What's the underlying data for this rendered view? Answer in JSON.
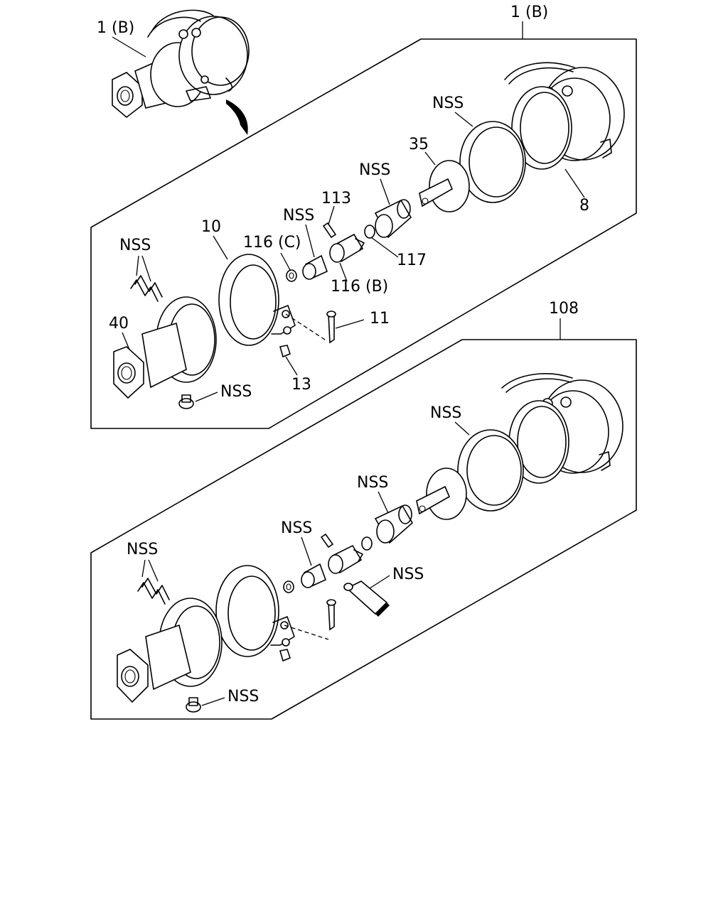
{
  "overview": {
    "label": "1 (B)"
  },
  "panel_top": {
    "assembly_label": "1 (B)",
    "callouts": {
      "c8": "8",
      "c35": "35",
      "nss_seal": "NSS",
      "nss_boot": "NSS",
      "c113": "113",
      "c117": "117",
      "nss_bushing": "NSS",
      "c116c": "116 (C)",
      "c116b": "116 (B)",
      "c10": "10",
      "nss_pipe": "NSS",
      "c40": "40",
      "c11": "11",
      "c13": "13",
      "nss_plug": "NSS"
    }
  },
  "panel_bottom": {
    "assembly_label": "108",
    "callouts": {
      "nss_seal": "NSS",
      "nss_boot": "NSS",
      "nss_bushing": "NSS",
      "nss_tool": "NSS",
      "nss_pipe": "NSS",
      "nss_plug": "NSS"
    }
  }
}
